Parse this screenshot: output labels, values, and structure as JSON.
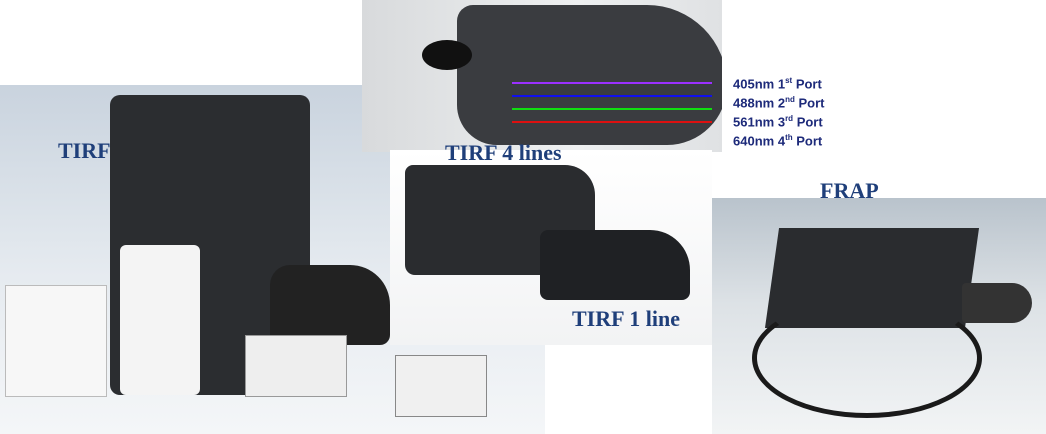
{
  "labels": {
    "tirf": "TIRF",
    "tirf_4_lines": "TIRF 4 lines",
    "tirf_1_line": "TIRF 1 line",
    "frap": "FRAP"
  },
  "ports": [
    {
      "wavelength": "405nm",
      "ordinal": "1",
      "suffix": "st",
      "word": "Port",
      "color": "#9b30ff"
    },
    {
      "wavelength": "488nm",
      "ordinal": "2",
      "suffix": "nd",
      "word": "Port",
      "color": "#1010ee"
    },
    {
      "wavelength": "561nm",
      "ordinal": "3",
      "suffix": "rd",
      "word": "Port",
      "color": "#10dd10"
    },
    {
      "wavelength": "640nm",
      "ordinal": "4",
      "suffix": "th",
      "word": "Port",
      "color": "#dd1010"
    }
  ]
}
